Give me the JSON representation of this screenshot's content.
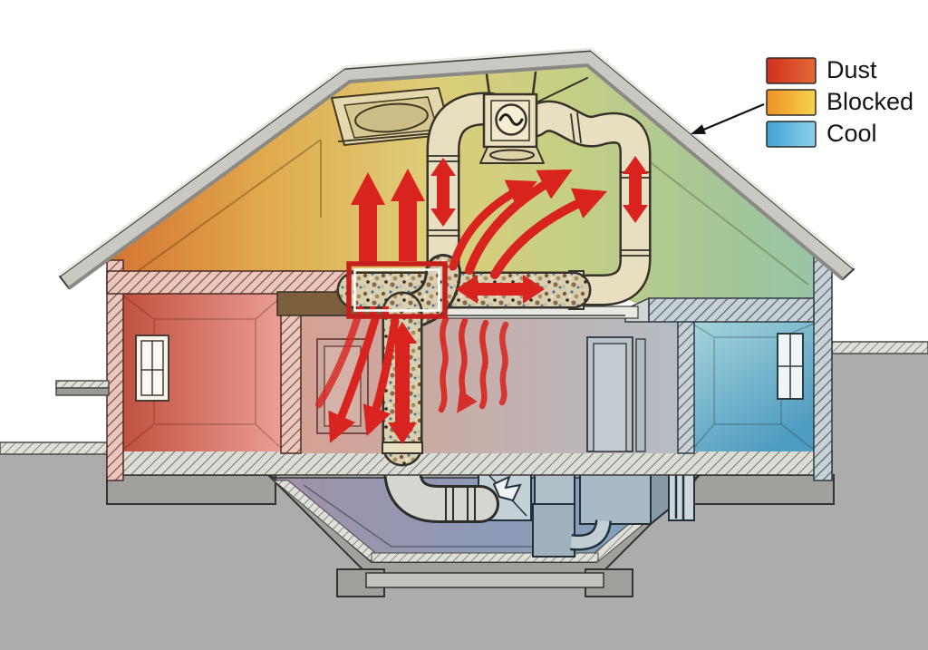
{
  "figure": {
    "description": "Cutaway house cross-section illustration showing HVAC ductwork, dust-clogged blocked ducts and warm-to-cool temperature zones",
    "legend": {
      "items": [
        {
          "label": "Dust",
          "color_start": "#d2301e",
          "color_end": "#e26a38"
        },
        {
          "label": "Blocked",
          "color_start": "#f19127",
          "color_end": "#f3d44e"
        },
        {
          "label": "Cool",
          "color_start": "#3ea2d4",
          "color_end": "#8ed0ea"
        }
      ],
      "callout_icon": "arrow-to-roof"
    },
    "palette": {
      "arrow_red": "#d8231e",
      "highlight_box_red": "#c3201d",
      "attic_warm": "#d57333",
      "attic_cool": "#98c5a5",
      "room_left_warm": "#c0503f",
      "room_right_cool": "#4f9cc2",
      "basement_left": "#a191a8",
      "basement_right": "#7aa3c3",
      "ground_gray": "#acacaa",
      "duct_cream": "#e7dfbf"
    },
    "parts": [
      "roof",
      "attic",
      "attic-exhaust-louver",
      "attic-duct-fan-unit",
      "attic-supply-ducts",
      "dust-covered-duct",
      "blocked-duct-highlight-box",
      "vertical-dust-duct",
      "left-warm-room",
      "center-room",
      "right-cool-room",
      "window-left",
      "window-right",
      "basement",
      "filter-box",
      "air-handler",
      "blower-fan-unit",
      "foundation",
      "ground"
    ]
  }
}
